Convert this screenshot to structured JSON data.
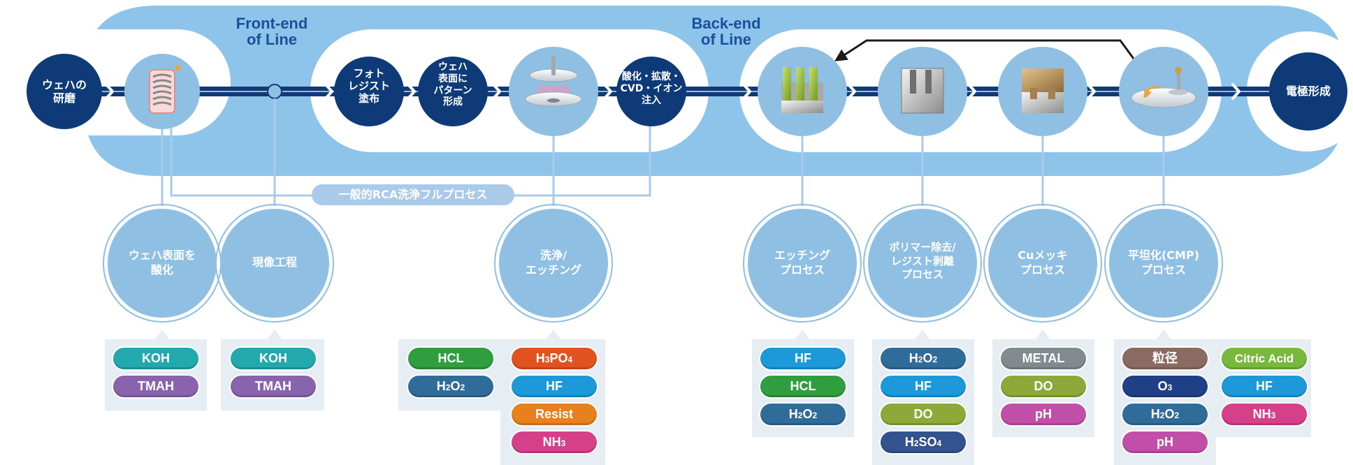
{
  "colors": {
    "band": "#8ec4ea",
    "navy": "#0f3a78",
    "step_circle": "#0e3b78",
    "icon_circle": "#8fbfe3",
    "process_circle": "#8fbfe3",
    "connector": "#a7cbe9",
    "chem_box": "#e6edf3"
  },
  "phases": {
    "front": "Front-end\nof Line",
    "back": "Back-end\nof Line"
  },
  "steps": {
    "wafer_polish": "ウェハの\n研磨",
    "photoresist": "フォト\nレジスト\n塗布",
    "pattern": "ウェハ\n表面に\nパターン\n形成",
    "oxidation": "酸化・拡散・\nCVD・イオン\n注入",
    "electrode": "電極形成"
  },
  "icons": {
    "wafer_stack": "wafer-stack-icon",
    "litho": "lithography-stage-icon",
    "etch_green": "etched-structure-icon",
    "etch_grey": "trench-structure-icon",
    "cu_plate": "copper-plated-structure-icon",
    "cmp": "cmp-polisher-icon"
  },
  "rca_label": "一般的RCA洗浄フルプロセス",
  "processes": {
    "oxidize": "ウェハ表面を\n酸化",
    "develop": "現像工程",
    "clean_etch": "洗浄/\nエッチング",
    "etching": "エッチング\nプロセス",
    "polymer": "ポリマー除去/\nレジスト剥離\nプロセス",
    "cu": "Cuメッキ\nプロセス",
    "cmp": "平坦化(CMP)\nプロセス"
  },
  "chemicals": {
    "oxidize": [
      "KOH",
      "TMAH"
    ],
    "develop": [
      "KOH",
      "TMAH"
    ],
    "clean_left": [
      "HCL",
      "H2O2"
    ],
    "clean_right": [
      "H3PO4",
      "HF",
      "Resist",
      "NH3"
    ],
    "etching": [
      "HF",
      "HCL",
      "H2O2"
    ],
    "polymer": [
      "H2O2",
      "HF",
      "DO",
      "H2SO4"
    ],
    "cu": [
      "METAL",
      "DO",
      "pH"
    ],
    "cmp_left": [
      "粒径",
      "O3",
      "H2O2",
      "pH"
    ],
    "cmp_right": [
      "Citric Acid",
      "HF",
      "NH3"
    ]
  }
}
